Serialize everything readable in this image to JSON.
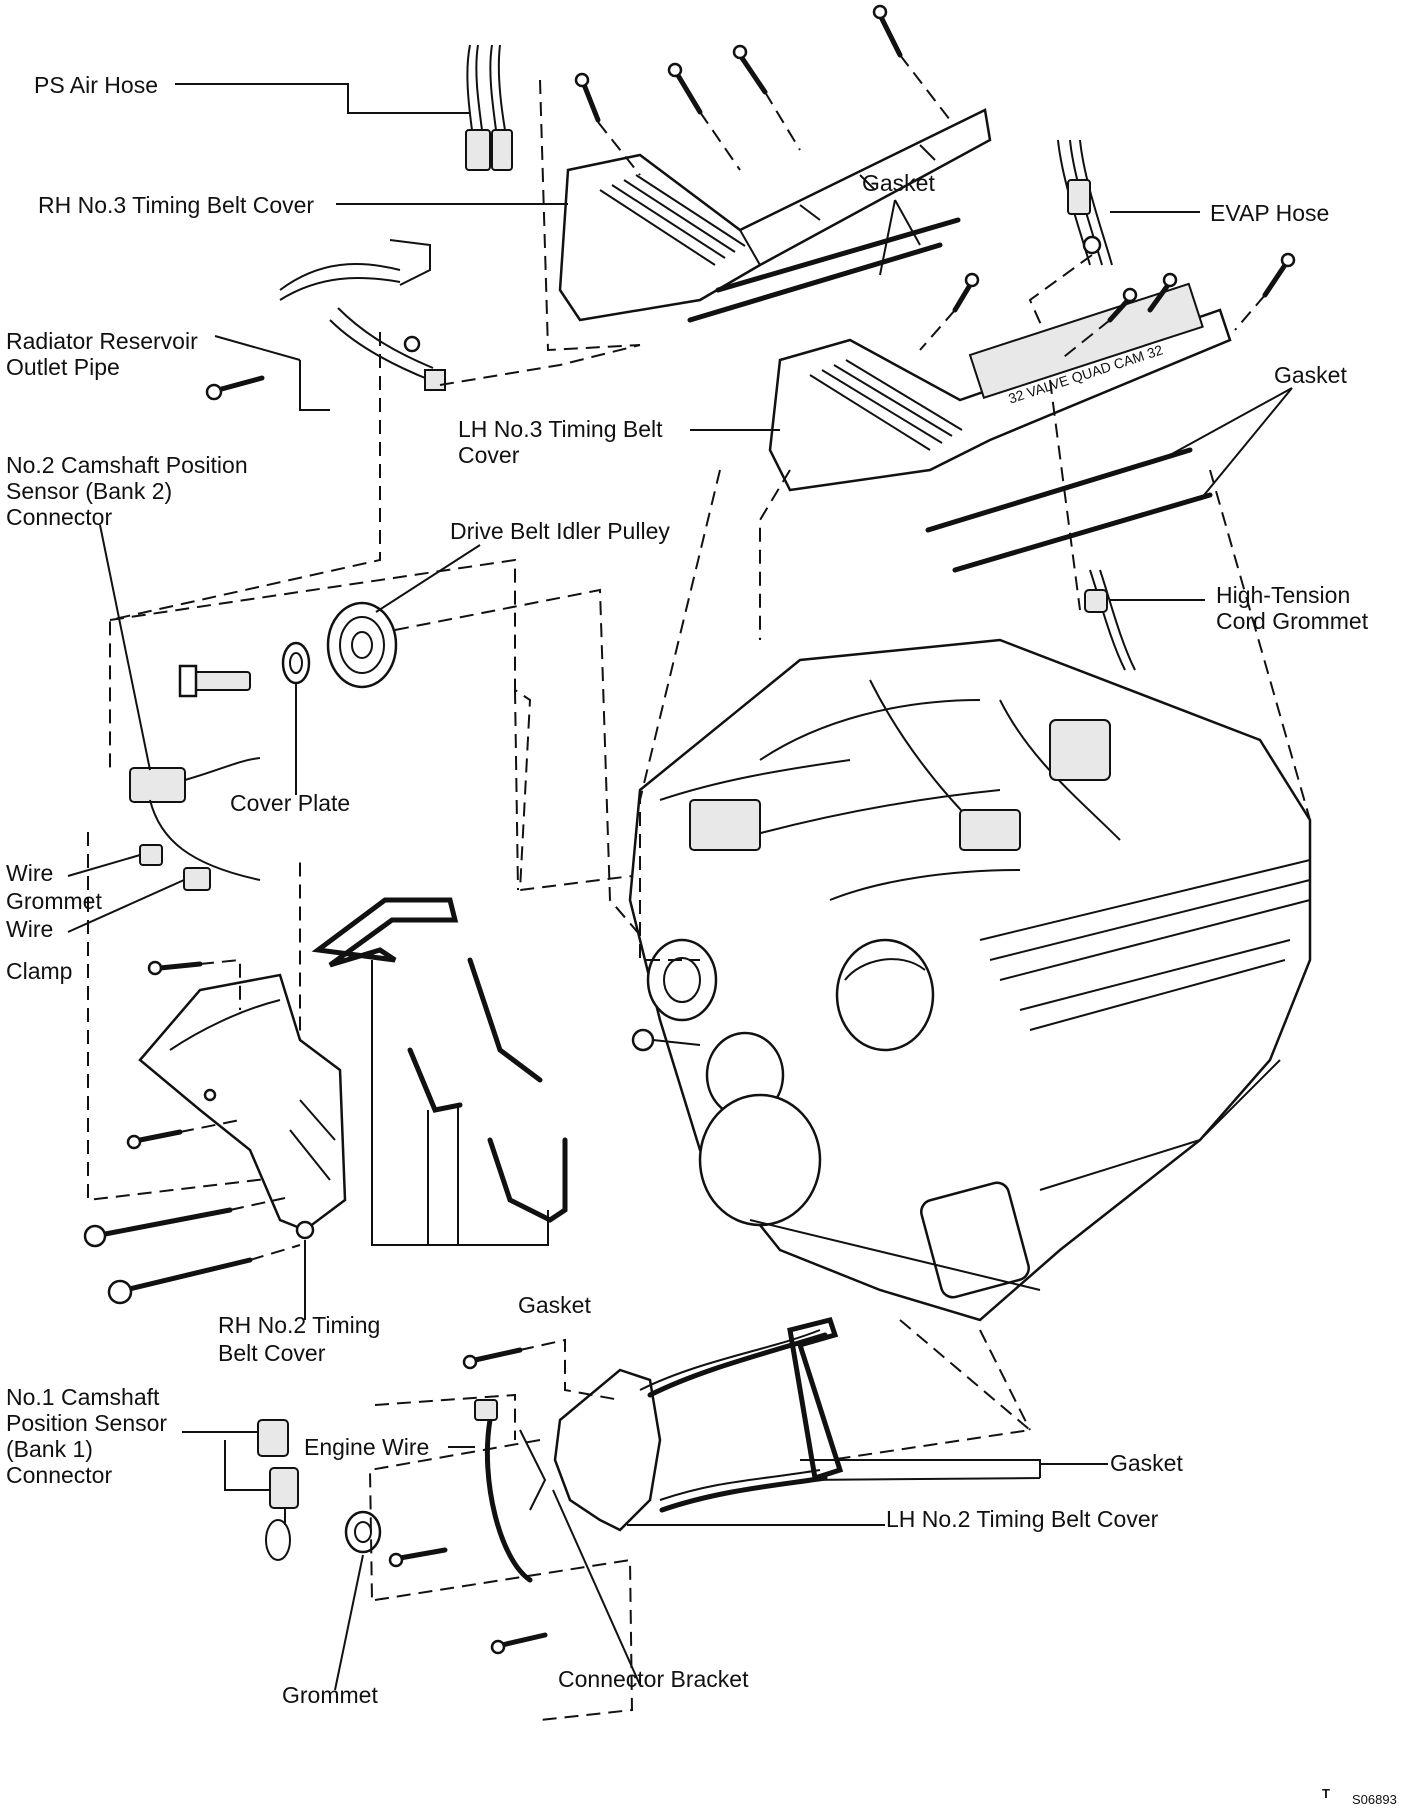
{
  "labels": {
    "ps_air_hose": "PS Air Hose",
    "rh_no3_cover": "RH No.3 Timing Belt Cover",
    "gasket_top": "Gasket",
    "evap_hose": "EVAP Hose",
    "radiator_pipe_l1": "Radiator Reservoir",
    "radiator_pipe_l2": "Outlet Pipe",
    "gasket_upper_right": "Gasket",
    "lh_no3_cover_l1": "LH No.3 Timing Belt",
    "lh_no3_cover_l2": "Cover",
    "cam_sensor2_l1": "No.2 Camshaft Position",
    "cam_sensor2_l2": "Sensor (Bank 2)",
    "cam_sensor2_l3": "Connector",
    "idler_pulley": "Drive Belt Idler Pulley",
    "ht_grommet_l1": "High-Tension",
    "ht_grommet_l2": "Cord Grommet",
    "cover_plate": "Cover Plate",
    "wire_grommet_l1": "Wire",
    "wire_grommet_l2": "Grommet",
    "wire_clamp_l1": "Wire",
    "wire_clamp_l2": "Clamp",
    "gasket_middle": "Gasket",
    "rh_no2_cover_l1": "RH No.2 Timing",
    "rh_no2_cover_l2": "Belt Cover",
    "cam_sensor1_l1": "No.1 Camshaft",
    "cam_sensor1_l2": "Position Sensor",
    "cam_sensor1_l3": "(Bank 1)",
    "cam_sensor1_l4": "Connector",
    "engine_wire": "Engine Wire",
    "gasket_lower": "Gasket",
    "lh_no2_cover": "LH No.2 Timing Belt Cover",
    "grommet": "Grommet",
    "connector_bracket": "Connector Bracket",
    "engine_badge": "32 VALVE QUAD CAM 32",
    "figure_code_prefix": "T",
    "figure_code": "S06893"
  }
}
